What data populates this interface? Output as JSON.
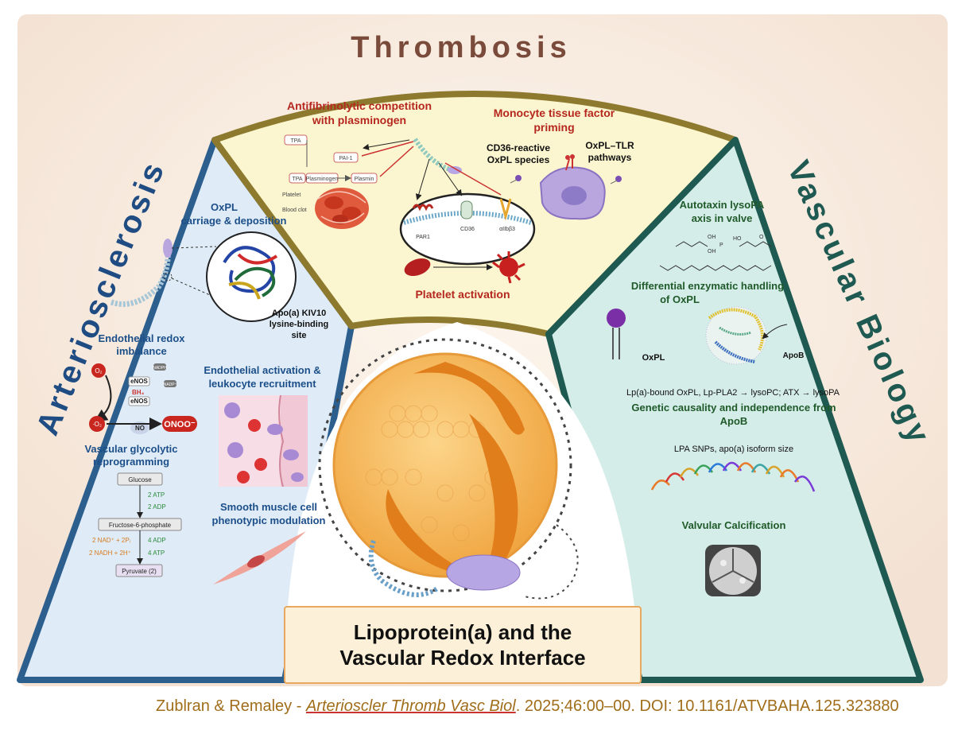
{
  "sections": {
    "thrombosis": {
      "title": "Thrombosis",
      "antifibrinolytic": [
        "Antifibrinolytic competition",
        "with plasminogen"
      ],
      "monocyte": [
        "Monocyte tissue factor",
        "priming"
      ],
      "cd36": [
        "CD36-reactive",
        "OxPL species"
      ],
      "tlr": [
        "OxPL–TLR",
        "pathways"
      ],
      "platelet_activation": "Platelet activation",
      "small_labels": {
        "tpa": "TPA",
        "pai": "PAI-1",
        "tpa2": "TPA",
        "plasminogen": "Plasminogen",
        "plasmin": "Plasmin",
        "platelet": "Platelet",
        "blood_clot": "Blood clot",
        "par1": "PAR1",
        "cd36_receptor": "CD36",
        "integrin": "αIIbβ3"
      }
    },
    "arteriosclerosis": {
      "title": "Arteriosclerosis",
      "oxpl": [
        "OxPL",
        "carriage & deposition"
      ],
      "apoa": [
        "Apo(a) KIV10",
        "lysine-binding",
        "site"
      ],
      "redox": [
        "Endothelial redox",
        "imbalance"
      ],
      "activation": [
        "Endothelial activation &",
        "leukocyte recruitment"
      ],
      "glycolytic": [
        "Vascular glycolytic",
        "reprogramming"
      ],
      "smooth": [
        "Smooth muscle cell",
        "phenotypic modulation"
      ],
      "redox_labels": {
        "o2": "O₂",
        "enos": "eNOS",
        "bh4": "BH₄",
        "enos2": "eNOS",
        "nadph": "NADPH",
        "nadp": "NADP⁺",
        "o2_radical": "·O₂",
        "no": "NO",
        "onoo": "ONOO⁻"
      },
      "glycolysis": {
        "glucose": "Glucose",
        "atp2": "2 ATP",
        "adp2": "2 ADP",
        "f6p": "Fructose-6-phosphate",
        "nad": "2 NAD⁺ + 2Pᵢ",
        "nadh": "2 NADH + 2H⁺",
        "adp4": "4 ADP",
        "atp4": "4 ATP",
        "pyruvate": "Pyruvate (2)"
      }
    },
    "vascular_biology": {
      "title": "Vascular Biology",
      "autotaxin": [
        "Autotaxin lysoPA",
        "axis in valve"
      ],
      "enzymatic": [
        "Differential enzymatic handling",
        "of OxPL"
      ],
      "oxpl_label": "OxPL",
      "apob_label": "ApoB",
      "pathway": "Lp(a)-bound OxPL, Lp-PLA2 → lysoPC; ATX → lysoPA",
      "genetic": [
        "Genetic causality and independence from",
        "ApoB"
      ],
      "snps": "LPA SNPs, apo(a) isoform size",
      "valvular": "Valvular Calcification",
      "chem_labels": {
        "ho": "HO",
        "oh": "OH",
        "p": "P",
        "o": "O",
        "oh2": "OH"
      }
    }
  },
  "center": {
    "title_line1": "Lipoprotein(a) and the",
    "title_line2": "Vascular Redox Interface"
  },
  "citation": {
    "authors": "Zublran & Remaley - ",
    "journal": "Arterioscler Thromb Vasc Biol",
    "rest": ". 2025;46:00–00. DOI: 10.1161/ATVBAHA.125.323880"
  },
  "colors": {
    "thrombosis_fill": "#fbf6cf",
    "thrombosis_border": "#8e7a2e",
    "thrombosis_title": "#7a4a3a",
    "arterio_fill": "#dfecf7",
    "arterio_border": "#2c5e8e",
    "arterio_title": "#1f4c82",
    "vascular_fill": "#d5ede8",
    "vascular_border": "#1f5a52",
    "vascular_title": "#1f5a52",
    "red_heading": "#b5271f",
    "blue_heading": "#1c4f8a",
    "green_heading": "#1f5a2a"
  }
}
